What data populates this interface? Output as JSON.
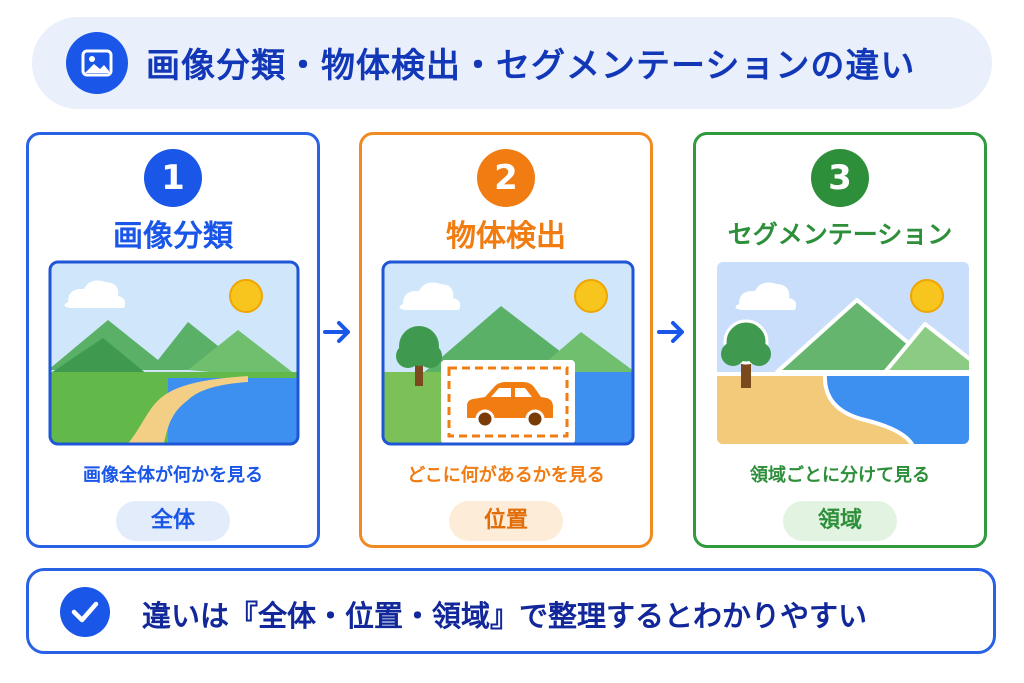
{
  "title": "画像分類・物体検出・セグメンテーションの違い",
  "title_icon": "image-icon",
  "panels": [
    {
      "number": "1",
      "title": "画像分類",
      "caption": "画像全体が何かを見る",
      "tag": "全体",
      "color": "#1a56e8",
      "tag_bg": "#e3ecfb",
      "illustration": "landscape-whole-image"
    },
    {
      "number": "2",
      "title": "物体検出",
      "caption": "どこに何があるかを見る",
      "tag": "位置",
      "color": "#f07c12",
      "tag_bg": "#fdecd8",
      "illustration": "landscape-with-car-bounding-box"
    },
    {
      "number": "3",
      "title": "セグメンテーション",
      "caption": "領域ごとに分けて見る",
      "tag": "領域",
      "color": "#2e8f3a",
      "tag_bg": "#e3f3e2",
      "illustration": "landscape-segmented-regions"
    }
  ],
  "arrows": [
    "arrow-right-icon",
    "arrow-right-icon"
  ],
  "summary": {
    "icon": "check-icon",
    "text": "違いは『全体・位置・領域』で整理するとわかりやすい"
  }
}
